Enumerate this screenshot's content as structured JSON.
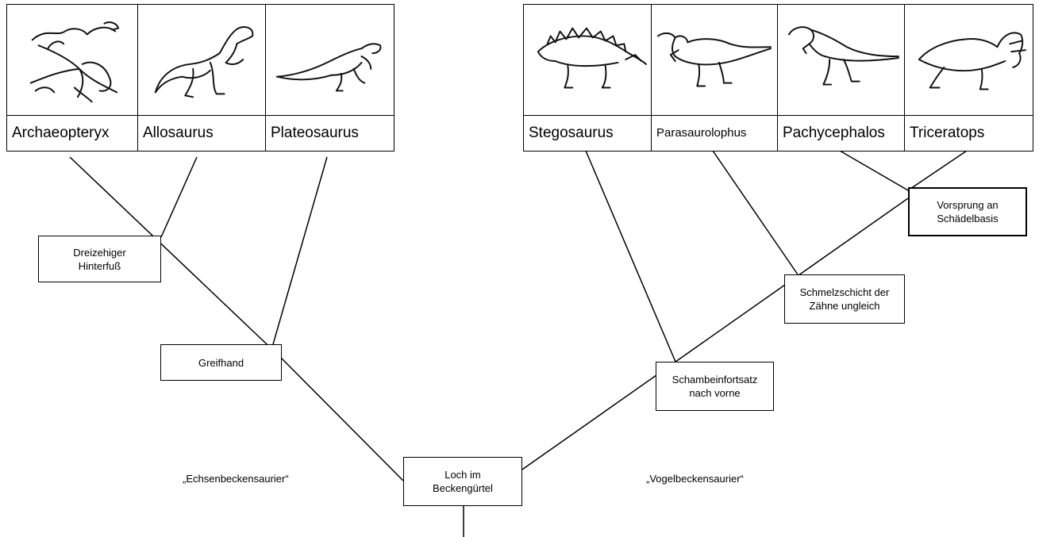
{
  "taxa": [
    {
      "name": "Archaeopteryx",
      "icon": "archaeopteryx-drawing"
    },
    {
      "name": "Allosaurus",
      "icon": "allosaurus-drawing"
    },
    {
      "name": "Plateosaurus",
      "icon": "plateosaurus-drawing"
    },
    {
      "name": "Stegosaurus",
      "icon": "stegosaurus-drawing"
    },
    {
      "name": "Parasaurolophus",
      "icon": "parasaurolophus-drawing"
    },
    {
      "name": "Pachycephalos",
      "icon": "pachycephalos-drawing"
    },
    {
      "name": "Triceratops",
      "icon": "triceratops-drawing"
    }
  ],
  "traits": {
    "dreizehiger_hinterfuss": [
      "Dreizehiger",
      "Hinterfuß"
    ],
    "greifhand": [
      "Greifhand"
    ],
    "loch_im_beckenguertel": [
      "Loch im",
      "Beckengürtel"
    ],
    "schambeinfortsatz": [
      "Schambeinfortsatz",
      "nach vorne"
    ],
    "schmelzschicht": [
      "Schmelzschicht der",
      "Zähne ungleich"
    ],
    "vorsprung": [
      "Vorsprung an",
      "Schädelbasis"
    ]
  },
  "groups": {
    "left": "„Echsenbeckensaurier“",
    "right": "„Vogelbeckensaurier“"
  }
}
